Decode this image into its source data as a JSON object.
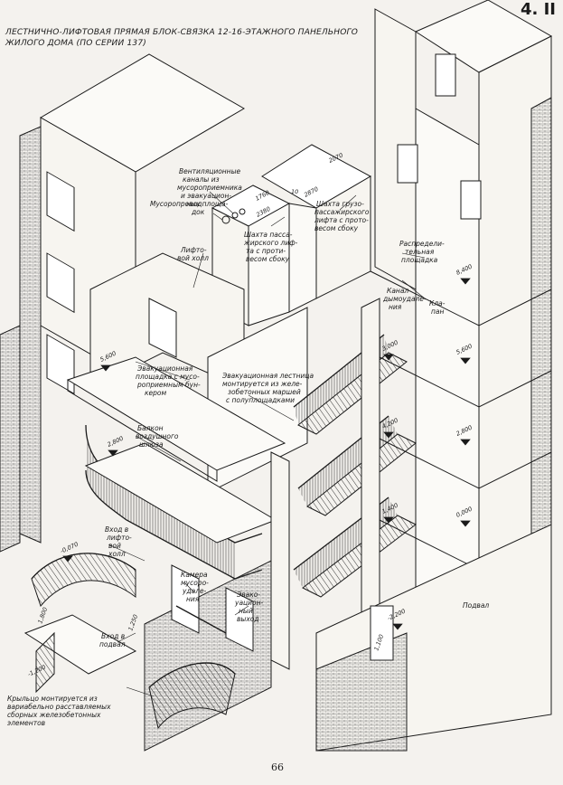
{
  "header": {
    "corner_label": "4. II",
    "title_line1": "Лестнично-лифтовая прямая блок-связка 12-16-этажного панельного",
    "title_line2": "жилого дома (по серии 137)"
  },
  "labels": {
    "vent_l1": "Вентиляционные",
    "vent_l2": "каналы из",
    "vent_l3": "мусороприемника",
    "vent_l4": "и эвакуацион-",
    "vent_l5": "ных площа-",
    "vent_l6": "док",
    "garbage": "Мусоропровод",
    "lift_hall_l1": "Лифто-",
    "lift_hall_l2": "вой холл",
    "shaft_freight_l1": "Шахта грузо-",
    "shaft_freight_l2": "пассажирского",
    "shaft_freight_l3": "лифта с прото-",
    "shaft_freight_l4": "весом сбоку",
    "shaft_pass_l1": "Шахта пасса-",
    "shaft_pass_l2": "жирского лиф-",
    "shaft_pass_l3": "та с проти-",
    "shaft_pass_l4": "весом сбоку",
    "distrib_l1": "Распредели-",
    "distrib_l2": "тельная",
    "distrib_l3": "площадка",
    "smoke_l1": "Канал",
    "smoke_l2": "дымоудале-",
    "smoke_l3": "ния",
    "valve_l1": "Кла-",
    "valve_l2": "пан",
    "evac_area_l1": "Эвакуационная",
    "evac_area_l2": "площадка с мусо-",
    "evac_area_l3": "роприемным бун-",
    "evac_area_l4": "кером",
    "evac_stair_l1": "Эвакуационная лестница",
    "evac_stair_l2": "монтируется из желе-",
    "evac_stair_l3": "зобетонных маршей",
    "evac_stair_l4": "с полуплощадками",
    "balcony_l1": "Балкон",
    "balcony_l2": "воздушного",
    "balcony_l3": "шлюза",
    "entry_hall_l1": "Вход в",
    "entry_hall_l2": "лифто-",
    "entry_hall_l3": "вой",
    "entry_hall_l4": "холл",
    "entry_base_l1": "Вход в",
    "entry_base_l2": "подвал",
    "trash_l1": "Камера",
    "trash_l2": "мусоро-",
    "trash_l3": "удале-",
    "trash_l4": "ния",
    "exit_l1": "Эвако-",
    "exit_l2": "уацион-",
    "exit_l3": "ный",
    "exit_l4": "выход",
    "basement": "Подвал",
    "porch_l1": "Крыльцо монтируется из",
    "porch_l2": "вариабельно расставляемых",
    "porch_l3": "сборных железобетонных",
    "porch_l4": "элементов"
  },
  "dims": {
    "d2070": "2070",
    "d1760": "1760",
    "d2380": "2380",
    "d10": "10",
    "d2870": "2870",
    "e8400": "8,400",
    "e5600a": "5,600",
    "e3000": "3,000",
    "e5600b": "5,600",
    "e4200": "4,200",
    "e2800a": "2,800",
    "e2800b": "2,800",
    "e1400": "1,400",
    "e0000": "0,000",
    "em0700": "-0,070",
    "em2200": "-2,200",
    "em1200": "-1,200",
    "e1800": "1,800",
    "e1250": "1,250",
    "e1100": "1,100"
  },
  "footer": {
    "page_number": "66"
  }
}
